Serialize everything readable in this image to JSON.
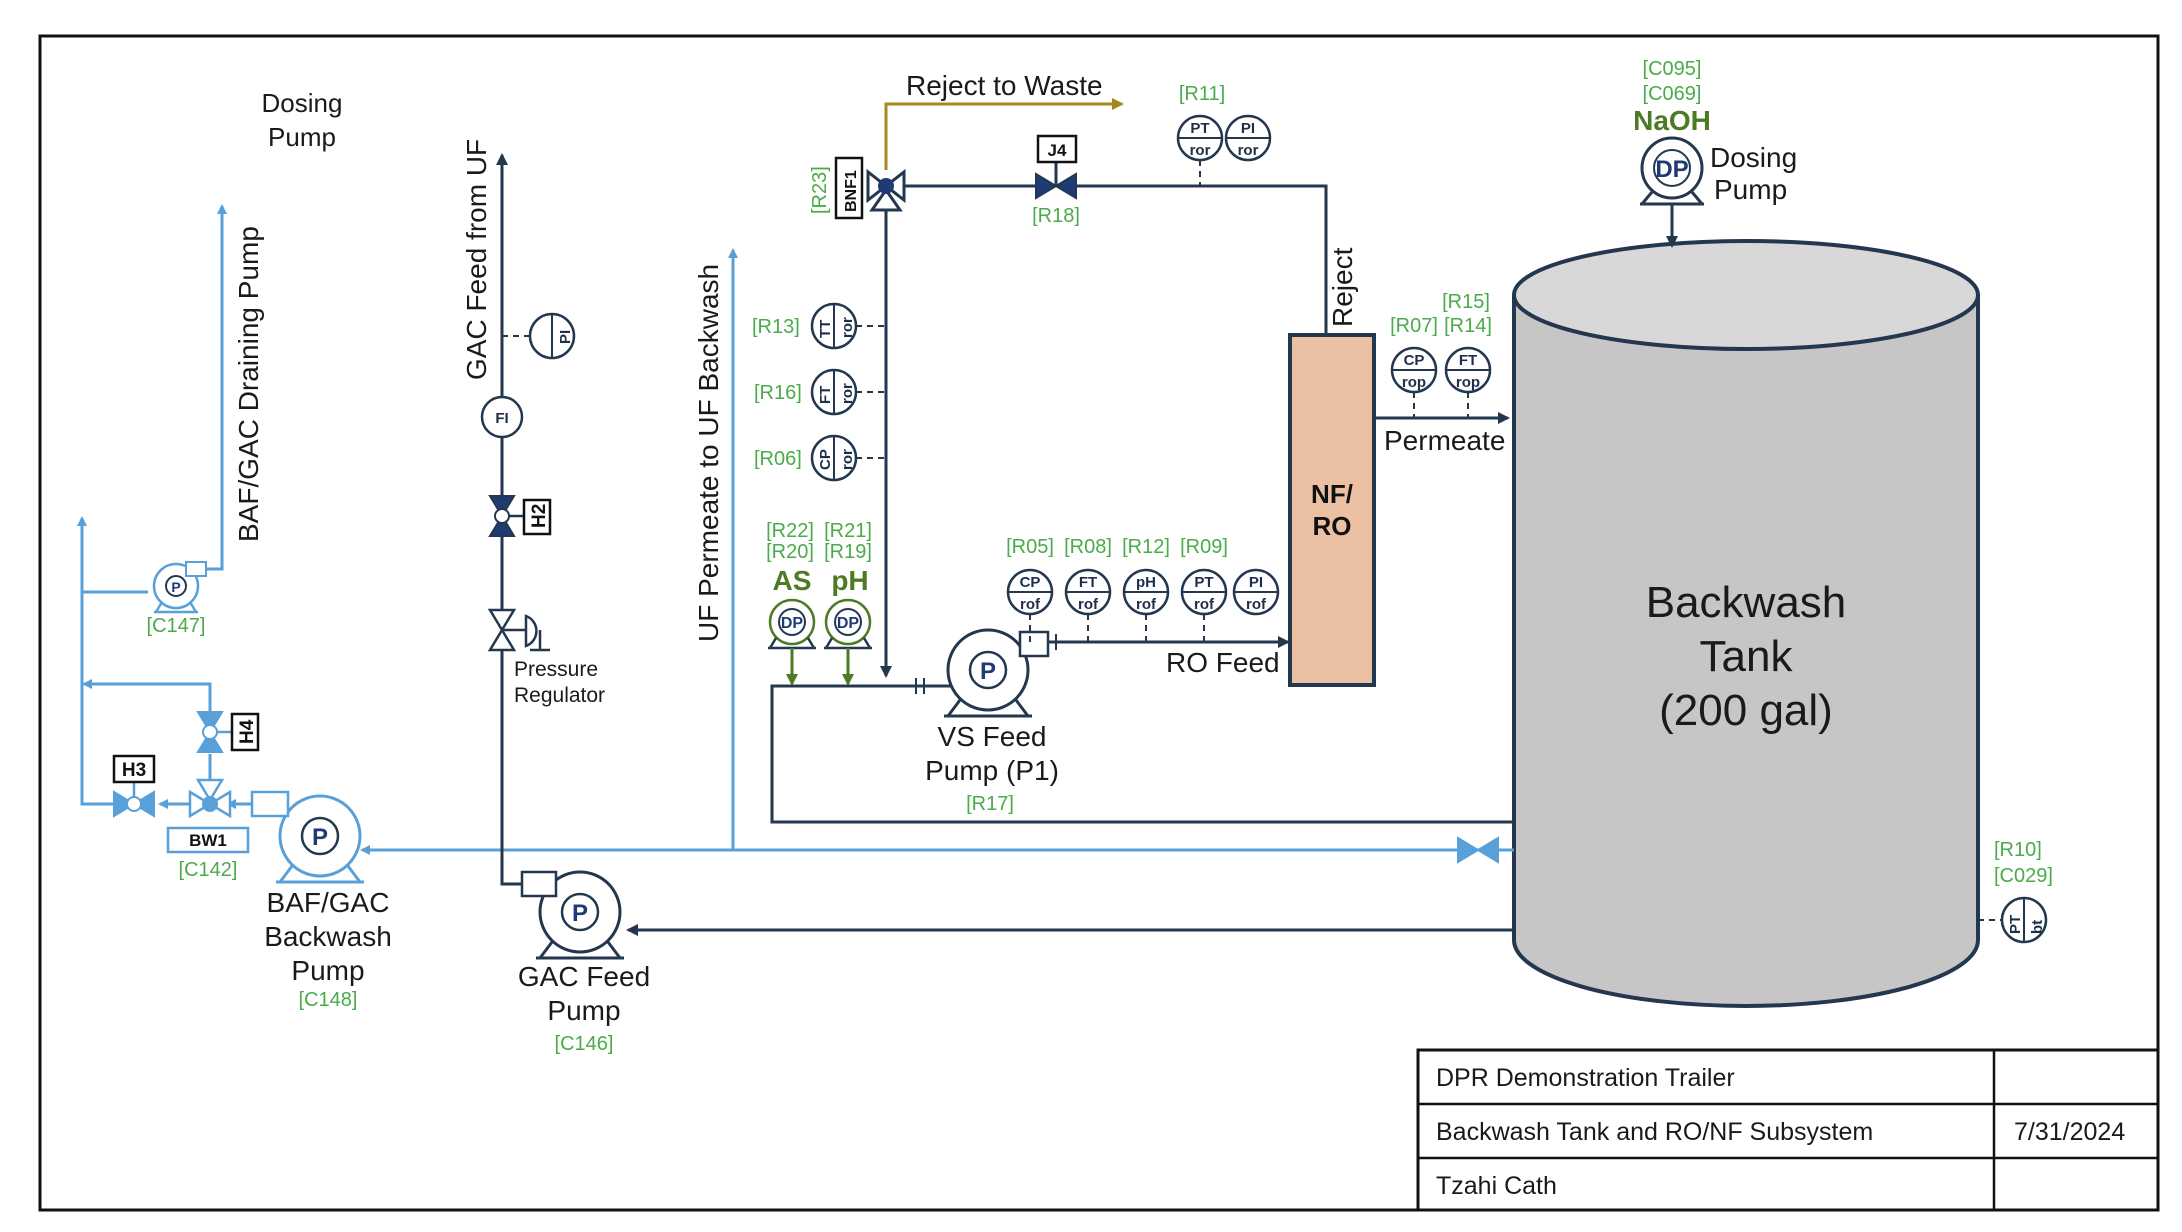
{
  "labels": {
    "dosing_pump_top": [
      "Dosing",
      "Pump"
    ],
    "draining_pump": "BAF/GAC Draining Pump",
    "gac_feed_from_uf": "GAC Feed from UF",
    "uf_permeate": "UF Permeate to UF Backwash",
    "reject_to_waste": "Reject to Waste",
    "reject": "Reject",
    "permeate": "Permeate",
    "ro_feed": "RO Feed",
    "nf_ro": [
      "NF/",
      "RO"
    ],
    "vs_feed_pump": [
      "VS Feed",
      "Pump (P1)"
    ],
    "backwash_pump": [
      "BAF/GAC",
      "Backwash",
      "Pump"
    ],
    "gac_feed_pump": [
      "GAC Feed",
      "Pump"
    ],
    "pressure_regulator": [
      "Pressure",
      "Regulator"
    ],
    "tank": [
      "Backwash",
      "Tank",
      "(200 gal)"
    ],
    "naoh": "NaOH",
    "naoh_dosing": [
      "Dosing",
      "Pump"
    ],
    "as": "AS",
    "ph": "pH"
  },
  "tags": {
    "c147": "[C147]",
    "c142": "[C142]",
    "c148": "[C148]",
    "c146": "[C146]",
    "r17": "[R17]",
    "r18": "[R18]",
    "r11": "[R11]",
    "r23": "[R23]",
    "r13": "[R13]",
    "r16": "[R16]",
    "r06": "[R06]",
    "r22": "[R22]",
    "r20": "[R20]",
    "r21": "[R21]",
    "r19": "[R19]",
    "r05": "[R05]",
    "r08": "[R08]",
    "r12": "[R12]",
    "r09": "[R09]",
    "r15": "[R15]",
    "r07": "[R07]",
    "r14": "[R14]",
    "c095": "[C095]",
    "c069": "[C069]",
    "r10": "[R10]",
    "c029": "[C029]"
  },
  "valves": {
    "h2": "H2",
    "h3": "H3",
    "h4": "H4",
    "j4": "J4",
    "bw1": "BW1",
    "bnf1": "BNF1"
  },
  "instruments": {
    "pi_gac": [
      "PI"
    ],
    "fi_gac": [
      "FI"
    ],
    "tt_ror": [
      "TT",
      "ror"
    ],
    "ft_ror": [
      "FT",
      "ror"
    ],
    "cp_ror": [
      "CP",
      "ror"
    ],
    "pt_ror": [
      "PT",
      "ror"
    ],
    "pi_ror": [
      "PI",
      "ror"
    ],
    "cp_rof": [
      "CP",
      "rof"
    ],
    "ft_rof": [
      "FT",
      "rof"
    ],
    "ph_rof": [
      "pH",
      "rof"
    ],
    "pt_rof": [
      "PT",
      "rof"
    ],
    "pi_rof": [
      "PI",
      "rof"
    ],
    "cp_rop": [
      "CP",
      "rop"
    ],
    "ft_rop": [
      "FT",
      "rop"
    ],
    "pt_bt": [
      "PT",
      "bt"
    ]
  },
  "pump_symbols": {
    "p": "P",
    "dp": "DP"
  },
  "title_block": {
    "project": "DPR Demonstration Trailer",
    "subsystem": "Backwash Tank and RO/NF Subsystem",
    "date": "7/31/2024",
    "author": "Tzahi Cath"
  },
  "colors": {
    "blue_line": "#5aa0d8",
    "dark_line": "#23374f",
    "green_tag": "#4aab4a",
    "dark_green": "#4f7a25",
    "reject_line": "#a58a1a",
    "nf_ro_fill": "#ecc0a2",
    "tank_fill": "#c6c6c6"
  }
}
